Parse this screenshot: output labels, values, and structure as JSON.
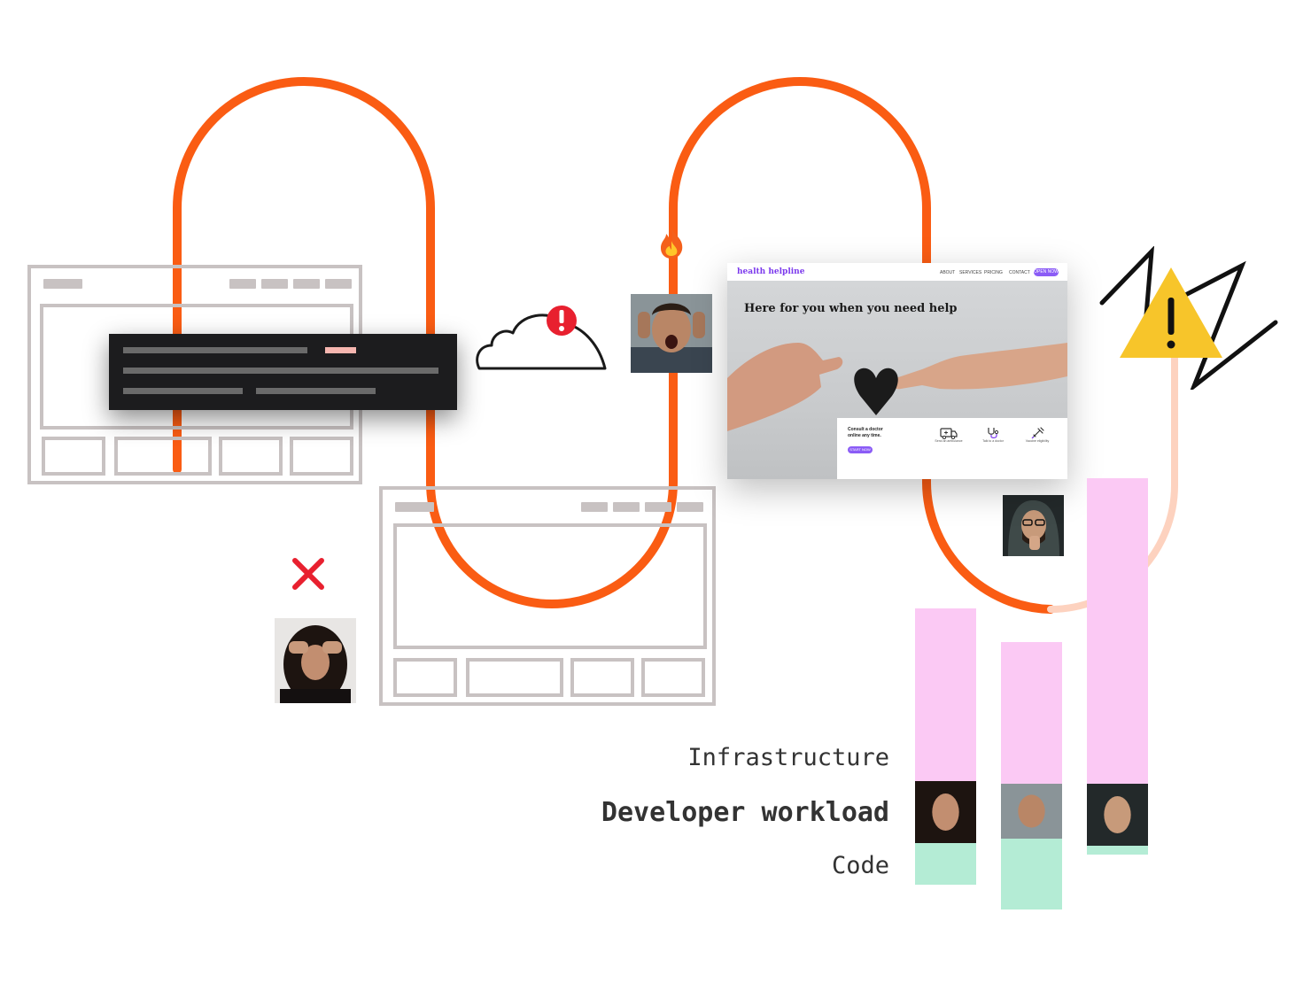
{
  "colors": {
    "pipeline": "#fa5c13",
    "pipeline_faded": "#fdd2bf",
    "wireframe": "#c8c2c2",
    "code_panel": "#1c1c1e",
    "error_red": "#e8202f",
    "warning_yellow": "#f7c52a",
    "infrastructure": "#fbc9f4",
    "code": "#b4ecd5",
    "site_accent": "#8b5cf6"
  },
  "icons": {
    "fire": "fire-icon",
    "cloud_error": "cloud-error-icon",
    "warning": "warning-icon",
    "error_x": "error-x-icon",
    "lightning": "lightning-icon"
  },
  "website": {
    "logo": "health helpline",
    "nav": [
      "ABOUT",
      "SERVICES",
      "PRICING",
      "CONTACT"
    ],
    "cta": "OPEN NOW",
    "headline": "Here for you when you need help",
    "info_text": "Consult a doctor online any time.",
    "info_button": "START NOW",
    "services": [
      {
        "icon": "ambulance-icon",
        "label": "Send an ambulance"
      },
      {
        "icon": "stethoscope-icon",
        "label": "Talk to a doctor"
      },
      {
        "icon": "syringe-icon",
        "label": "Vaccine eligibility"
      }
    ]
  },
  "legend": {
    "infrastructure": "Infrastructure",
    "developer_workload": "Developer workload",
    "code": "Code"
  },
  "chart_data": {
    "type": "bar",
    "stacked": true,
    "categories": [
      "",
      "",
      ""
    ],
    "series": [
      {
        "name": "Infrastructure",
        "values": [
          195,
          160,
          345
        ]
      },
      {
        "name": "Developer workload",
        "values": [
          70,
          62,
          70
        ]
      },
      {
        "name": "Code",
        "values": [
          47,
          80,
          10
        ]
      }
    ],
    "legend": "left"
  }
}
